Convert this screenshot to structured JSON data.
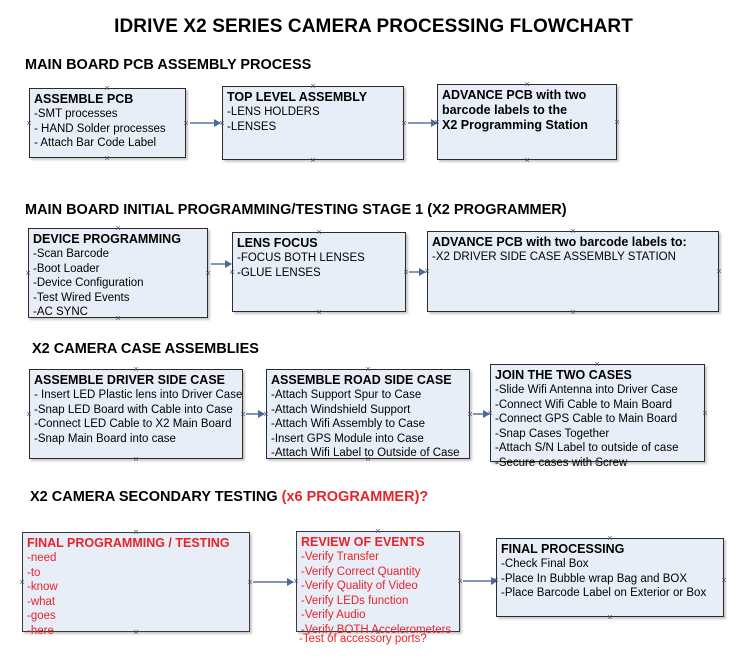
{
  "document": {
    "title": "IDRIVE X2  SERIES CAMERA PROCESSING FLOWCHART"
  },
  "sections": [
    {
      "id": "main-board-pcb-assembly",
      "heading": "MAIN BOARD PCB ASSEMBLY PROCESS",
      "heading_accent": "",
      "boxes": [
        {
          "id": "assemble-pcb",
          "title": "ASSEMBLE PCB",
          "lines": [
            "-SMT processes",
            "- HAND Solder processes",
            "- Attach Bar Code Label"
          ],
          "style": "blue"
        },
        {
          "id": "top-level-assembly",
          "title": "TOP LEVEL ASSEMBLY",
          "lines": [
            "-LENS HOLDERS",
            "-LENSES"
          ],
          "style": "blue"
        },
        {
          "id": "advance-pcb-programming-station",
          "title": "ADVANCE PCB with two",
          "lines": [
            "barcode labels to the",
            " X2 Programming Station"
          ],
          "lines_bold": true,
          "style": "blue"
        }
      ]
    },
    {
      "id": "main-board-initial-programming",
      "heading": "MAIN BOARD INITIAL PROGRAMMING/TESTING STAGE 1 (X2 PROGRAMMER)",
      "heading_accent": "",
      "boxes": [
        {
          "id": "device-programming",
          "title": "DEVICE PROGRAMMING",
          "lines": [
            "-Scan Barcode",
            "-Boot Loader",
            "-Device Configuration",
            "-Test Wired Events",
            "-AC SYNC"
          ],
          "style": "blue"
        },
        {
          "id": "lens-focus",
          "title": "LENS FOCUS",
          "lines": [
            "-FOCUS BOTH LENSES",
            "-GLUE LENSES"
          ],
          "style": "blue"
        },
        {
          "id": "advance-pcb-driver-side-case",
          "title": "ADVANCE PCB with two barcode labels to:",
          "lines": [
            "-X2 DRIVER  SIDE  CASE  ASSEMBLY STATION"
          ],
          "style": "blue"
        }
      ]
    },
    {
      "id": "x2-camera-case-assemblies",
      "heading": "X2 CAMERA CASE ASSEMBLIES",
      "heading_accent": "",
      "boxes": [
        {
          "id": "assemble-driver-side-case",
          "title": "ASSEMBLE DRIVER SIDE CASE",
          "lines": [
            "- Insert LED Plastic lens into Driver Case",
            "-Snap LED Board with Cable into Case",
            "-Connect LED Cable to X2 Main Board",
            "-Snap Main Board into case"
          ],
          "style": "blue"
        },
        {
          "id": "assemble-road-side-case",
          "title": "ASSEMBLE ROAD SIDE CASE",
          "lines": [
            "-Attach Support Spur to Case",
            "-Attach Windshield Support",
            "-Attach Wifi Assembly to Case",
            "-Insert GPS Module into Case",
            "-Attach Wifi Label to Outside of Case"
          ],
          "style": "blue"
        },
        {
          "id": "join-the-two-cases",
          "title": "JOIN THE TWO CASES",
          "lines": [
            "-Slide Wifi Antenna into Driver Case",
            "-Connect Wifi Cable to Main Board",
            "-Connect GPS Cable to Main Board",
            "-Snap Cases Together",
            "-Attach S/N Label to outside of case",
            "-Secure cases with Screw"
          ],
          "style": "blue"
        }
      ]
    },
    {
      "id": "x2-camera-secondary-testing",
      "heading": "X2 CAMERA SECONDARY TESTING ",
      "heading_accent": "(x6 PROGRAMMER)?",
      "boxes": [
        {
          "id": "final-programming-testing",
          "title": "FINAL PROGRAMMING / TESTING",
          "lines": [
            "-need",
            "-to",
            "-know",
            "-what",
            "-goes",
            "-here"
          ],
          "style": "red"
        },
        {
          "id": "review-of-events",
          "title": "REVIEW OF EVENTS",
          "lines": [
            "-Verify Transfer",
            "-Verify Correct Quantity",
            "-Verify Quality of Video",
            "-Verify LEDs function",
            "-Verify Audio",
            "-Verify BOTH Accelerometers"
          ],
          "overflow_line": "-Test of accessory ports?",
          "style": "red"
        },
        {
          "id": "final-processing",
          "title": "FINAL PROCESSING",
          "lines": [
            " -Check Final Box",
            "-Place In Bubble wrap Bag and BOX",
            "-Place Barcode Label on Exterior or Box"
          ],
          "style": "blue"
        }
      ]
    }
  ],
  "colors": {
    "box_fill": "#e8eef7",
    "box_border": "#2b2b2b",
    "accent_red": "#e8232a",
    "arrow": "#8496b4",
    "text": "#000000"
  }
}
